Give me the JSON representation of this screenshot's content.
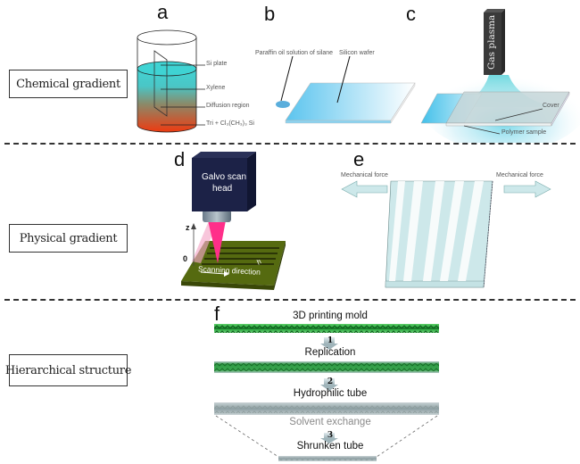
{
  "rows": [
    {
      "label": "Chemical gradient"
    },
    {
      "label": "Physical gradient"
    },
    {
      "label": "Hierarchical structure"
    }
  ],
  "panels": {
    "a": {
      "letter": "a",
      "labels": [
        "Si plate",
        "Xylene",
        "Diffusion region",
        "Tri + Cl₃(CH₃)₃ Si"
      ]
    },
    "b": {
      "letter": "b",
      "labels": [
        "Paraffin oil solution of silane",
        "Silicon wafer"
      ]
    },
    "c": {
      "letter": "c",
      "source_label": "Gas plasma",
      "labels": [
        "Cover",
        "Polymer sample"
      ]
    },
    "d": {
      "letter": "d",
      "head_label_line1": "Galvo scan",
      "head_label_line2": "head",
      "axis_z": "z",
      "axis_zero": "0",
      "scan_label": "Scanning direction",
      "pitch_label": "h"
    },
    "e": {
      "letter": "e",
      "force_left": "Mechanical force",
      "force_right": "Mechanical force"
    },
    "f": {
      "letter": "f",
      "steps": [
        {
          "label": "3D printing mold"
        },
        {
          "number": "1",
          "label": "Replication"
        },
        {
          "number": "2",
          "label": "Hydrophilic tube"
        },
        {
          "label": "Solvent exchange"
        },
        {
          "number": "3",
          "label": "Shrunken tube"
        }
      ]
    }
  },
  "colors": {
    "cyan": "#3fd3d3",
    "red": "#e8421c",
    "mold_green": "#2fb84a",
    "galvo_navy": "#1c2247",
    "laser_pink": "#ff2f8a",
    "substrate_olive": "#4b5e0c",
    "stretch_film": "#cde8ea"
  }
}
